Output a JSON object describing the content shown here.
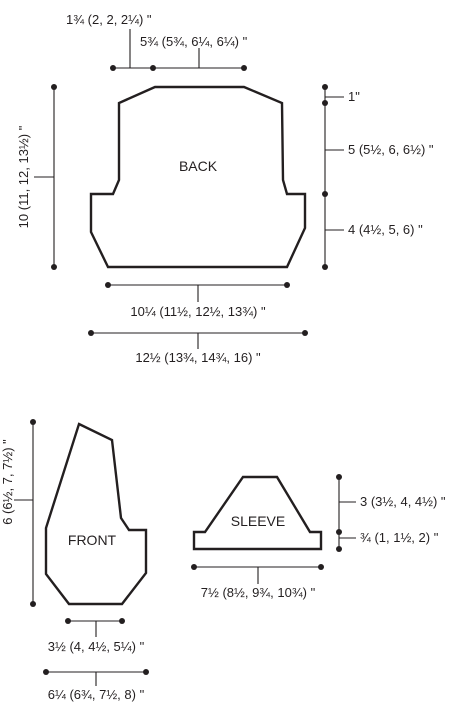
{
  "pieces": {
    "back": "BACK",
    "front": "FRONT",
    "sleeve": "SLEEVE"
  },
  "back": {
    "neck_width": "1¾ (2, 2, 2¼) \"",
    "shoulder_width": "5¾ (5¾, 6¼, 6¼) \"",
    "shoulder_drop": "1\"",
    "armhole_depth": "5 (5½, 6, 6½) \"",
    "side_length": "4 (4½, 5, 6) \"",
    "total_length": "10 (11, 12, 13½) \"",
    "hem_width": "10¼ (11½, 12½, 13¾) \"",
    "chest_width": "12½ (13¾, 14¾, 16) \""
  },
  "front": {
    "length": "6 (6½, 7, 7½) \"",
    "hem_width": "3½ (4, 4½, 5¼) \"",
    "chest_width": "6¼ (6¾, 7½, 8) \""
  },
  "sleeve": {
    "cap_height": "3 (3½, 4, 4½) \"",
    "cuff_height": "¾ (1, 1½, 2) \"",
    "width": "7½ (8½, 9¾, 10¾) \""
  }
}
